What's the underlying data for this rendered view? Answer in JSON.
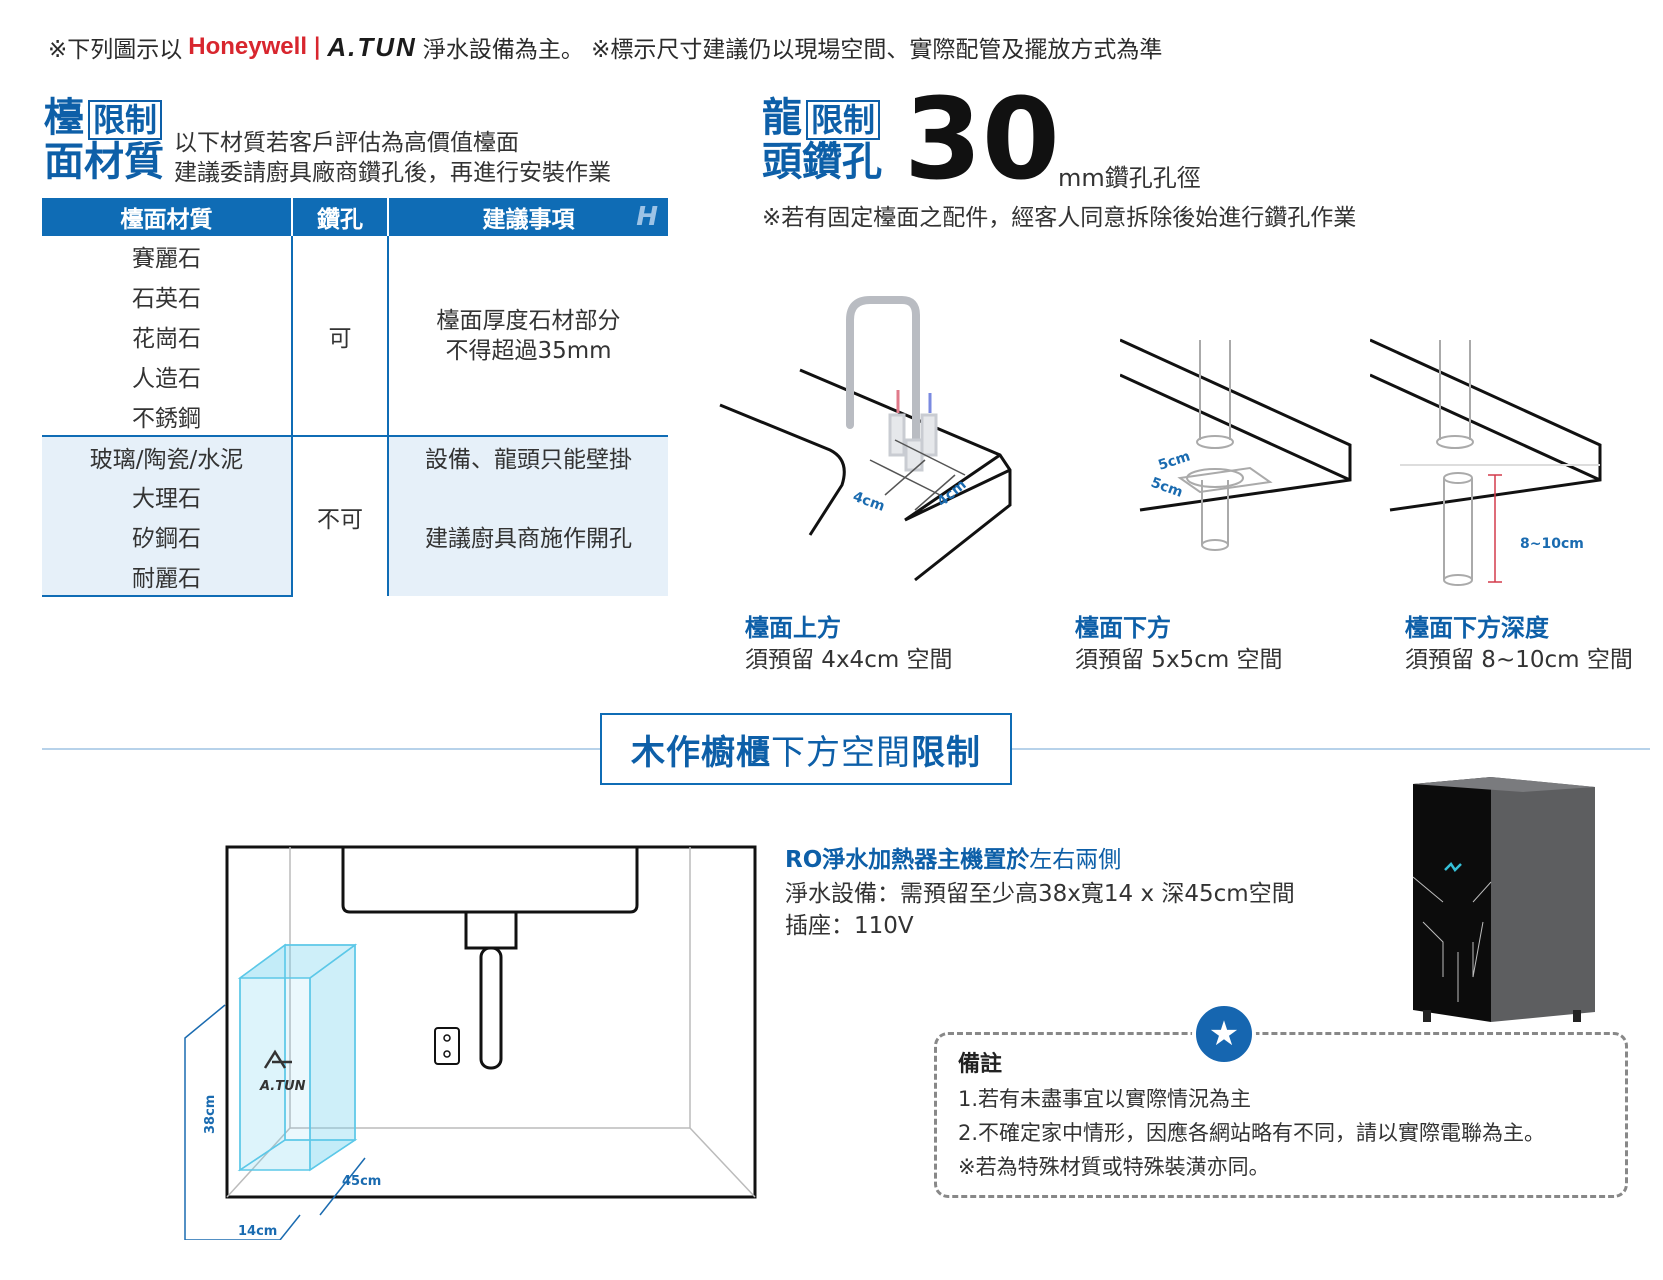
{
  "header": {
    "prefix": "※下列圖示以",
    "brand1": "Honeywell",
    "separator": "|",
    "brand2": "A.TUN",
    "suffix": "淨水設備為主。 ※標示尺寸建議仍以現場空間、實際配管及擺放方式為準"
  },
  "countertop": {
    "title_char1": "檯",
    "title_boxed": "限制",
    "title_line2": "面材質",
    "desc_line1": "以下材質若客戶評估為高價值檯面",
    "desc_line2": "建議委請廚具廠商鑽孔後，再進行安裝作業",
    "table": {
      "headers": [
        "檯面材質",
        "鑽孔",
        "建議事項"
      ],
      "group1_materials": [
        "賽麗石",
        "石英石",
        "花崗石",
        "人造石",
        "不銹鋼"
      ],
      "group1_drill": "可",
      "group1_note_line1": "檯面厚度石材部分",
      "group1_note_line2": "不得超過35mm",
      "group2_materials": [
        "玻璃/陶瓷/水泥",
        "大理石",
        "矽鋼石",
        "耐麗石"
      ],
      "group2_drill": "不可",
      "group2_note1": "設備、龍頭只能壁掛",
      "group2_note2": "建議廚具商施作開孔"
    }
  },
  "faucet": {
    "title_line1": "龍",
    "title_boxed": "限制",
    "title_line2": "頭鑽孔",
    "size": "30",
    "unit": "mm鑽孔孔徑",
    "note": "※若有固定檯面之配件，經客人同意拆除後始進行鑽孔作業",
    "dims": {
      "top_a": "4cm",
      "top_b": "4cm",
      "under_a": "5cm",
      "under_b": "5cm",
      "depth": "8~10cm"
    },
    "captions": [
      {
        "title": "檯面上方",
        "sub": "須預留 4x4cm 空間"
      },
      {
        "title": "檯面下方",
        "sub": "須預留 5x5cm 空間"
      },
      {
        "title": "檯面下方深度",
        "sub": "須預留 8~10cm 空間"
      }
    ]
  },
  "cabinet": {
    "section_bold1": "木作櫥櫃",
    "section_light": "下方空間",
    "section_bold2": "限制",
    "ro_title_bold": "RO淨水加熱器主機置於",
    "ro_title_light": "左右兩側",
    "ro_line1": "淨水設備：需預留至少高38x寬14 x 深45cm空間",
    "ro_line2": "插座：110V",
    "dims": {
      "height": "38cm",
      "width": "14cm",
      "depth": "45cm"
    },
    "logo_text": "A.TUN"
  },
  "notes": {
    "title": "備註",
    "lines": [
      "1.若有未盡事宜以實際情況為主",
      "2.不確定家中情形，因應各網站略有不同，請以實際電聯為主。",
      "※若為特殊材質或特殊裝潢亦同。"
    ]
  }
}
